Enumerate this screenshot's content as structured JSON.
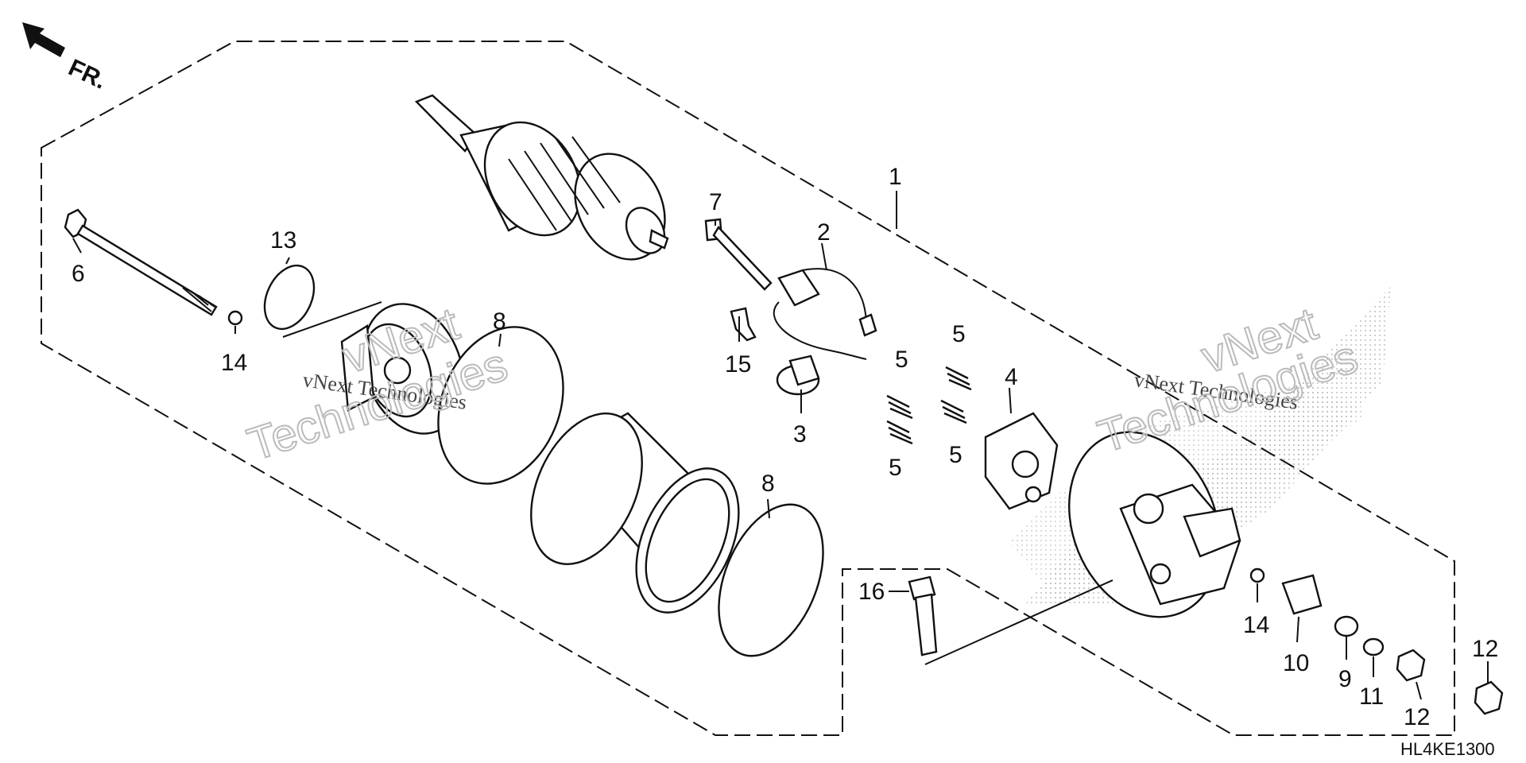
{
  "orientation": {
    "label": "FR."
  },
  "diagram_code": "HL4KE1300",
  "watermark": {
    "line1": "vNext Technologies",
    "line2": "vNext",
    "line3": "Technologies"
  },
  "callouts": {
    "c1": "1",
    "c2": "2",
    "c3": "3",
    "c4": "4",
    "c5a": "5",
    "c5b": "5",
    "c5c": "5",
    "c5d": "5",
    "c6": "6",
    "c7": "7",
    "c8a": "8",
    "c8b": "8",
    "c9": "9",
    "c10": "10",
    "c11": "11",
    "c12a": "12",
    "c12b": "12",
    "c13": "13",
    "c14a": "14",
    "c14b": "14",
    "c15": "15",
    "c16": "16"
  }
}
